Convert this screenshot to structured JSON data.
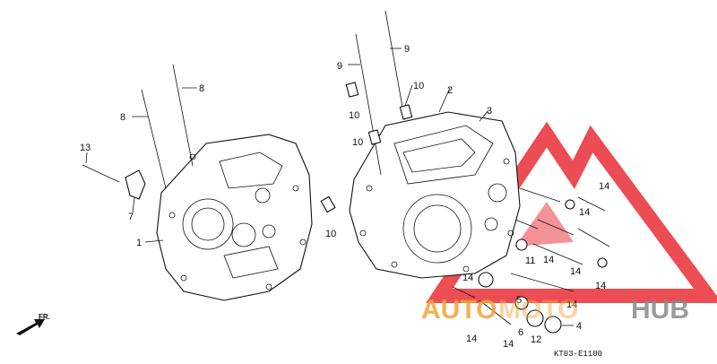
{
  "diagram": {
    "drawing_code": "KT03-E1100",
    "direction_label": "FR.",
    "watermark": {
      "left": "AUTO",
      "middle": "MOTO",
      "right": "HUB",
      "color_red": "#e8202a",
      "color_orange": "#f2a33a",
      "color_gray": "#8a8a8a"
    },
    "callouts": [
      {
        "id": "c1",
        "text": "1"
      },
      {
        "id": "c2",
        "text": "2"
      },
      {
        "id": "c3",
        "text": "3"
      },
      {
        "id": "c4",
        "text": "4"
      },
      {
        "id": "c5",
        "text": "5"
      },
      {
        "id": "c6",
        "text": "6"
      },
      {
        "id": "c7",
        "text": "7"
      },
      {
        "id": "c8a",
        "text": "8"
      },
      {
        "id": "c8b",
        "text": "8"
      },
      {
        "id": "c9a",
        "text": "9"
      },
      {
        "id": "c9b",
        "text": "9"
      },
      {
        "id": "c10a",
        "text": "10"
      },
      {
        "id": "c10b",
        "text": "10"
      },
      {
        "id": "c10c",
        "text": "10"
      },
      {
        "id": "c10d",
        "text": "10"
      },
      {
        "id": "c11",
        "text": "11"
      },
      {
        "id": "c12",
        "text": "12"
      },
      {
        "id": "c13",
        "text": "13"
      },
      {
        "id": "c14a",
        "text": "14"
      },
      {
        "id": "c14b",
        "text": "14"
      },
      {
        "id": "c14c",
        "text": "14"
      },
      {
        "id": "c14d",
        "text": "14"
      },
      {
        "id": "c14e",
        "text": "14"
      },
      {
        "id": "c14f",
        "text": "14"
      },
      {
        "id": "c14g",
        "text": "14"
      },
      {
        "id": "c14h",
        "text": "14"
      },
      {
        "id": "c14i",
        "text": "14"
      }
    ]
  }
}
